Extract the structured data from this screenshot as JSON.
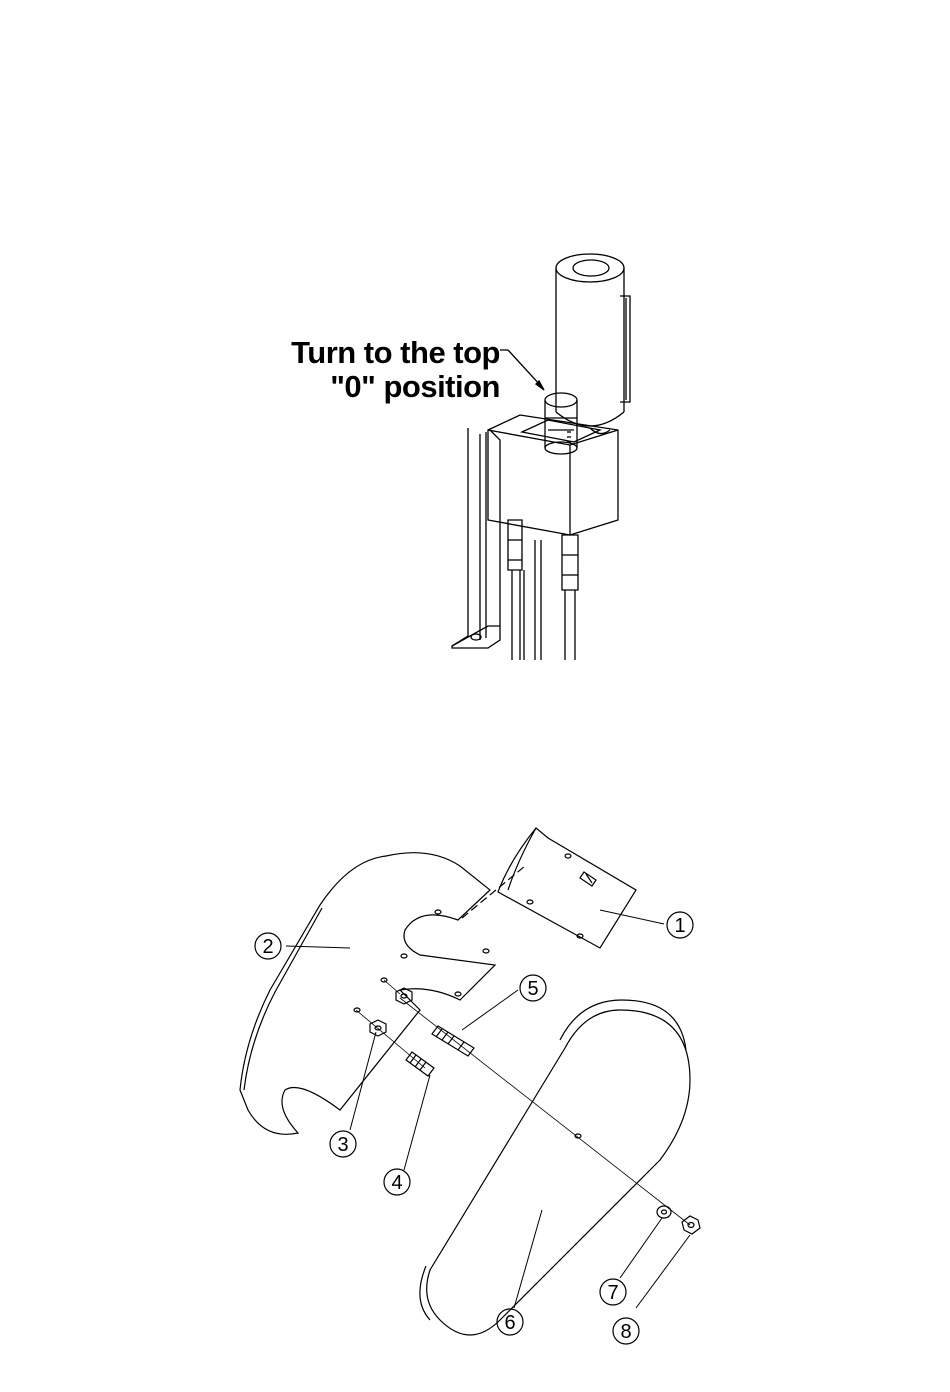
{
  "top_figure": {
    "callout_line1": "Turn to the top",
    "callout_line2": "\"0\" position"
  },
  "bottom_figure": {
    "part_labels": [
      "1",
      "2",
      "3",
      "4",
      "5",
      "6",
      "7",
      "8"
    ]
  }
}
